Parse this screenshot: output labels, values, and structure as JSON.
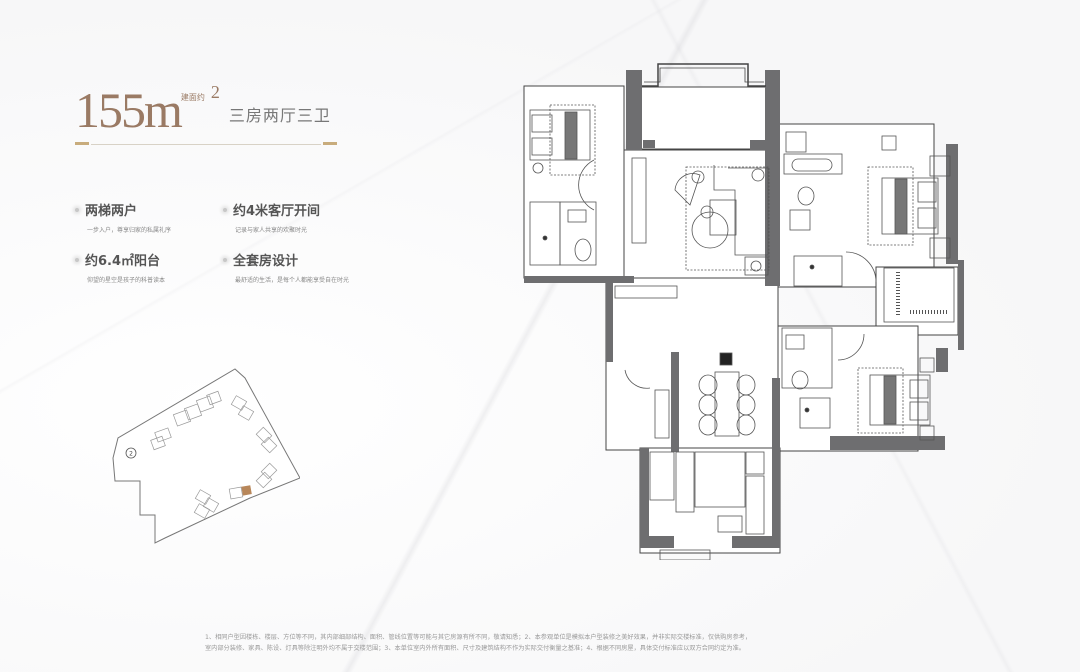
{
  "header": {
    "area_value": "155m",
    "area_prefix": "建面约",
    "area_superscript": "2",
    "layout": "三房两厅三卫"
  },
  "features": [
    {
      "title": "两梯两户",
      "desc": "一步入户，尊享归家的私属礼序"
    },
    {
      "title": "约4米客厅开间",
      "desc": "记录与家人共享的欢聚时光"
    },
    {
      "title": "约6.4㎡阳台",
      "desc": "仰望的星空是孩子的科普读本"
    },
    {
      "title": "全套房设计",
      "desc": "最舒适的生活，是每个人都能享受自在时光"
    }
  ],
  "site_map": {
    "building_marker": "②",
    "highlight_color": "#b8875a"
  },
  "colors": {
    "accent_brown": "#9a7a64",
    "accent_gold": "#c8ac7c",
    "wall": "#6e6e70"
  },
  "disclaimer": {
    "line1": "1、相同户型因楼栋、楼层、方位等不同，其内部细部结构、面积、管线位置等可能与其它房源有所不同，敬请知悉；2、本参观单位是模拟本户型装修之美好效果，并非实际交楼标准，仅供购房参考，",
    "line2": "室内部分装修、家具、陈设、灯具等除注明外均不属于交楼范围；3、本单位室内外所有面积、尺寸及建筑结构不作为实际交付衡量之基准；4、根据不同房屋，具体交付标准应以双方合同约定为准。"
  }
}
